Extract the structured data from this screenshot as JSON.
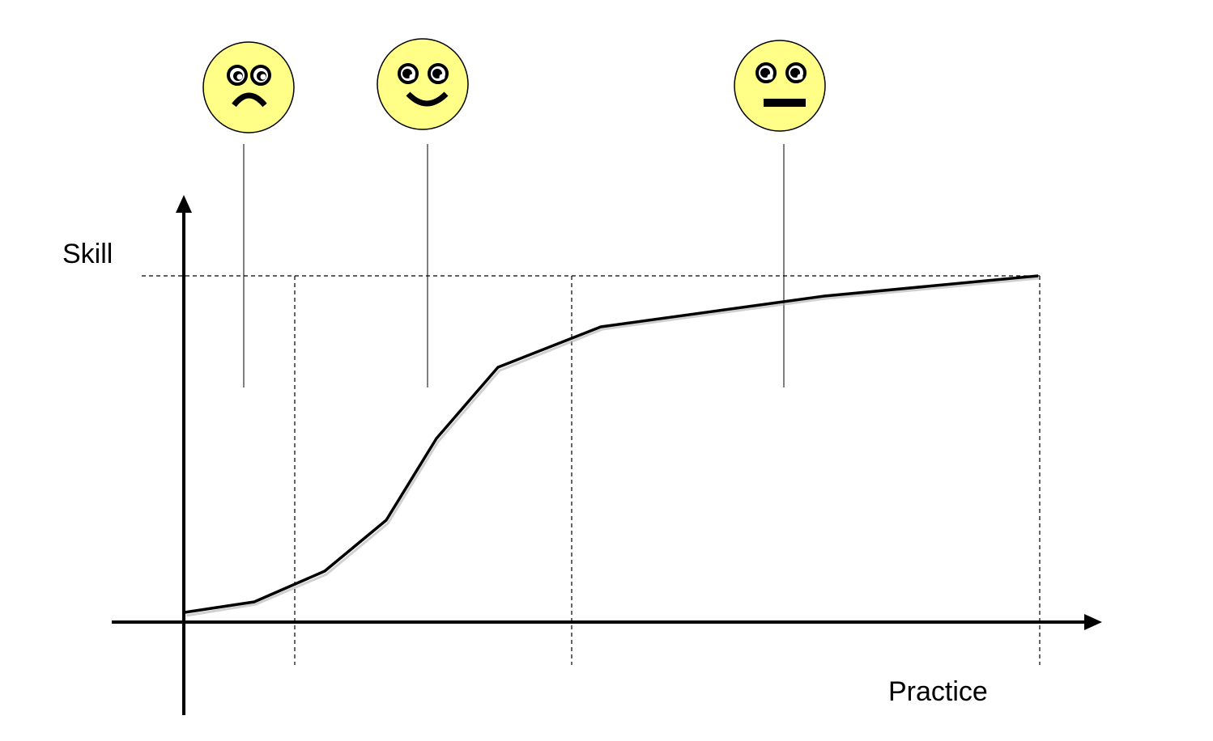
{
  "labels": {
    "y_axis": "Skill",
    "x_axis": "Practice"
  },
  "colors": {
    "face_fill": "#ffff88",
    "line": "#000000"
  },
  "faces": [
    {
      "name": "sad-face-icon",
      "expression": "frown"
    },
    {
      "name": "happy-face-icon",
      "expression": "smile"
    },
    {
      "name": "neutral-face-icon",
      "expression": "flat"
    }
  ]
}
